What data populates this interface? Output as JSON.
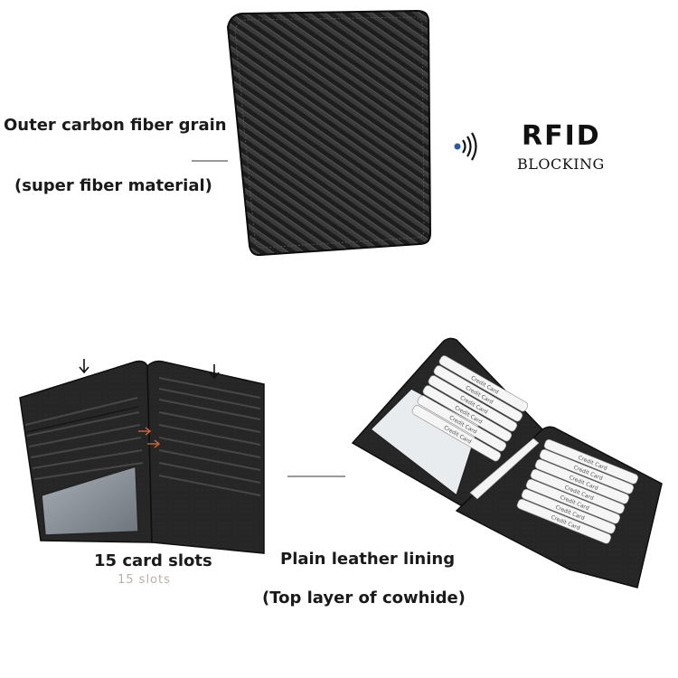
{
  "labels": {
    "outer_grain": "Outer carbon fiber grain",
    "material": "(super fiber material)",
    "rfid_title": "RFID",
    "rfid_subtitle": "BLOCKING",
    "card_slots": "15 card slots",
    "card_slots_faint": "15 slots",
    "lining": "Plain leather lining",
    "lining_detail": "(Top layer of cowhide)"
  },
  "wallet": {
    "card_label": "Credit Card"
  },
  "icons": [
    "rfid-signal-icon",
    "arrow-down-icon",
    "arrow-right-icon"
  ],
  "colors": {
    "wallet_black": "#1b1b1b",
    "carbon_light": "#3c3c3c",
    "arrow_orange": "#d2693a",
    "signal_blue": "#2a5aa8"
  }
}
